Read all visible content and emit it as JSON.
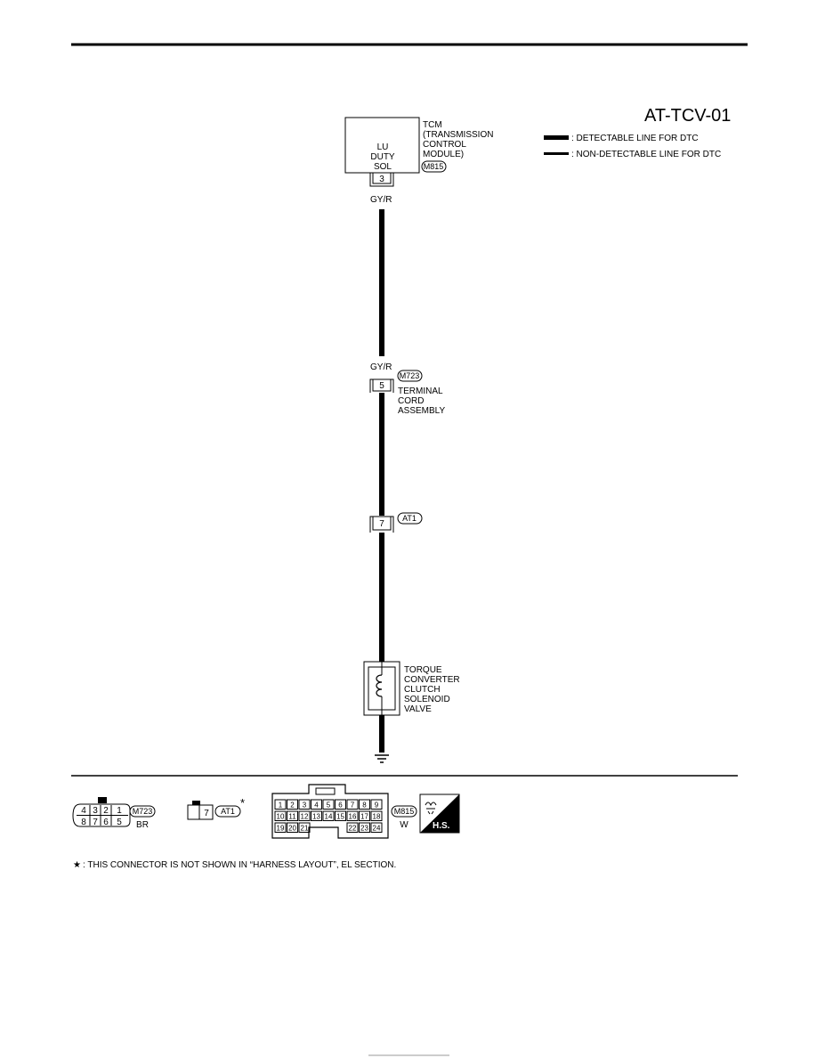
{
  "diagram_id": "AT-TCV-01",
  "legend": {
    "detectable": ": DETECTABLE LINE FOR DTC",
    "non_detectable": ": NON-DETECTABLE LINE FOR  DTC"
  },
  "tcm": {
    "name_lines": [
      "TCM",
      "(TRANSMISSION",
      "CONTROL",
      "MODULE)"
    ],
    "box_lines": [
      "LU",
      "DUTY",
      "SOL"
    ],
    "connector": "M815",
    "terminal": "3",
    "wire_color": "GY/R"
  },
  "terminal_cord": {
    "wire_color": "GY/R",
    "connector": "M723",
    "terminal": "5",
    "name_lines": [
      "TERMINAL",
      "CORD",
      "ASSEMBLY"
    ]
  },
  "at1": {
    "connector": "AT1",
    "terminal": "7"
  },
  "solenoid": {
    "name_lines": [
      "TORQUE",
      "CONVERTER",
      "CLUTCH",
      "SOLENOID",
      "VALVE"
    ]
  },
  "connector_views": {
    "m723": {
      "label": "M723",
      "color": "BR",
      "top_pins": [
        "4",
        "3",
        "2",
        "1"
      ],
      "bottom_pins": [
        "8",
        "7",
        "6",
        "5"
      ]
    },
    "at1": {
      "label": "AT1",
      "pin": "7",
      "star": "*"
    },
    "m815": {
      "label": "M815",
      "color": "W",
      "row1": [
        "1",
        "2",
        "3",
        "4",
        "5",
        "6",
        "7",
        "8",
        "9"
      ],
      "row2": [
        "10",
        "11",
        "12",
        "13",
        "14",
        "15",
        "16",
        "17",
        "18"
      ],
      "row3_left": [
        "19",
        "20",
        "21"
      ],
      "row3_right": [
        "22",
        "23",
        "24"
      ]
    },
    "hs_badge": "H.S."
  },
  "footnote": {
    "star": "★",
    "text": ": THIS CONNECTOR IS NOT SHOWN IN “HARNESS LAYOUT”, EL SECTION."
  }
}
